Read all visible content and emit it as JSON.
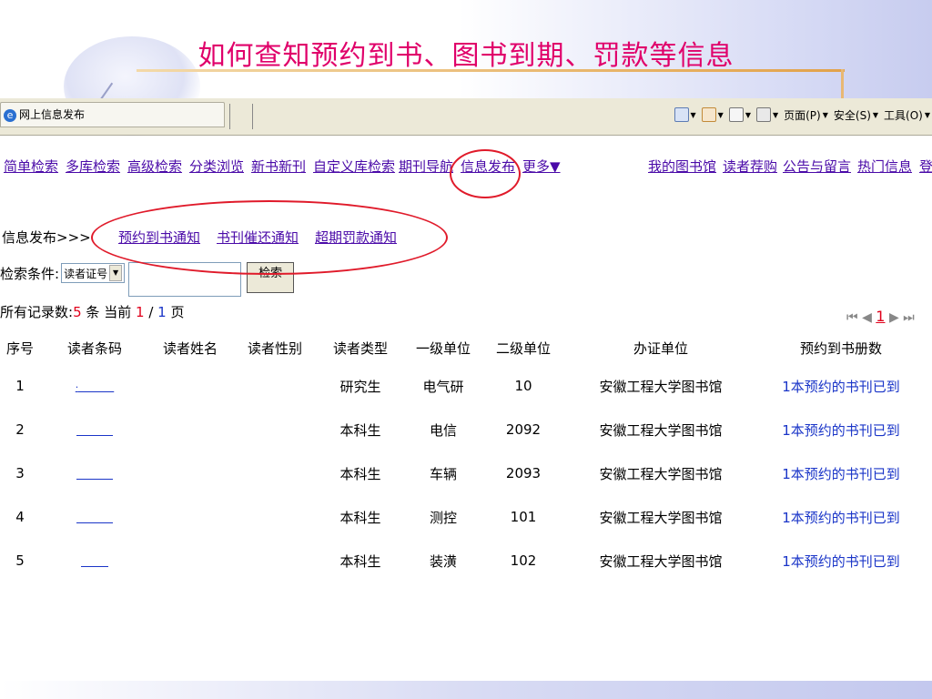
{
  "slide": {
    "title": "如何查知预约到书、图书到期、罚款等信息"
  },
  "browser": {
    "tab_title": "网上信息发布",
    "toolbar": {
      "page": "页面(P)",
      "safety": "安全(S)",
      "tools": "工具(O)"
    }
  },
  "nav": {
    "left": [
      "简单检索",
      "多库检索",
      "高级检索",
      "分类浏览",
      "新书新刊",
      "自定义库检索",
      "期刊导航",
      "信息发布",
      "更多▼"
    ],
    "right": [
      "我的图书馆",
      "读者荐购",
      "公告与留言",
      "热门信息",
      "登"
    ]
  },
  "info": {
    "crumb": "信息发布>>>",
    "links": [
      "预约到书通知",
      "书刊催还通知",
      "超期罚款通知"
    ]
  },
  "search": {
    "label": "检索条件:",
    "select_value": "读者证号",
    "button": "检索"
  },
  "records": {
    "prefix": "所有记录数:",
    "count": "5",
    "unit": "条",
    "current_label": "当前",
    "current": "1",
    "sep": "/",
    "total": "1",
    "page_label": "页"
  },
  "pager": {
    "first": "⏮",
    "prev": "◀",
    "current": "1",
    "next": "▶",
    "last": "⏭"
  },
  "table": {
    "headers": [
      "序号",
      "读者条码",
      "读者姓名",
      "读者性别",
      "读者类型",
      "一级单位",
      "二级单位",
      "办证单位",
      "预约到书册数"
    ],
    "rows": [
      {
        "no": "1",
        "barcode": "·",
        "name": "",
        "type": "研究生",
        "unit1": "电气研",
        "unit2": "10",
        "issuer": "安徽工程大学图书馆",
        "reserved": "1本预约的书刊已到"
      },
      {
        "no": "2",
        "barcode": "",
        "name": "",
        "type": "本科生",
        "unit1": "电信",
        "unit2": "2092",
        "issuer": "安徽工程大学图书馆",
        "reserved": "1本预约的书刊已到"
      },
      {
        "no": "3",
        "barcode": "",
        "name": "",
        "type": "本科生",
        "unit1": "车辆",
        "unit2": "2093",
        "issuer": "安徽工程大学图书馆",
        "reserved": "1本预约的书刊已到"
      },
      {
        "no": "4",
        "barcode": "",
        "name": "",
        "type": "本科生",
        "unit1": "测控",
        "unit2": "101",
        "issuer": "安徽工程大学图书馆",
        "reserved": "1本预约的书刊已到"
      },
      {
        "no": "5",
        "barcode": "",
        "name": "",
        "type": "本科生",
        "unit1": "装潢",
        "unit2": "102",
        "issuer": "安徽工程大学图书馆",
        "reserved": "1本预约的书刊已到"
      }
    ]
  },
  "colors": {
    "title": "#e0006a",
    "link": "#4a0aa8",
    "highlight_circle": "#e01a2a"
  }
}
